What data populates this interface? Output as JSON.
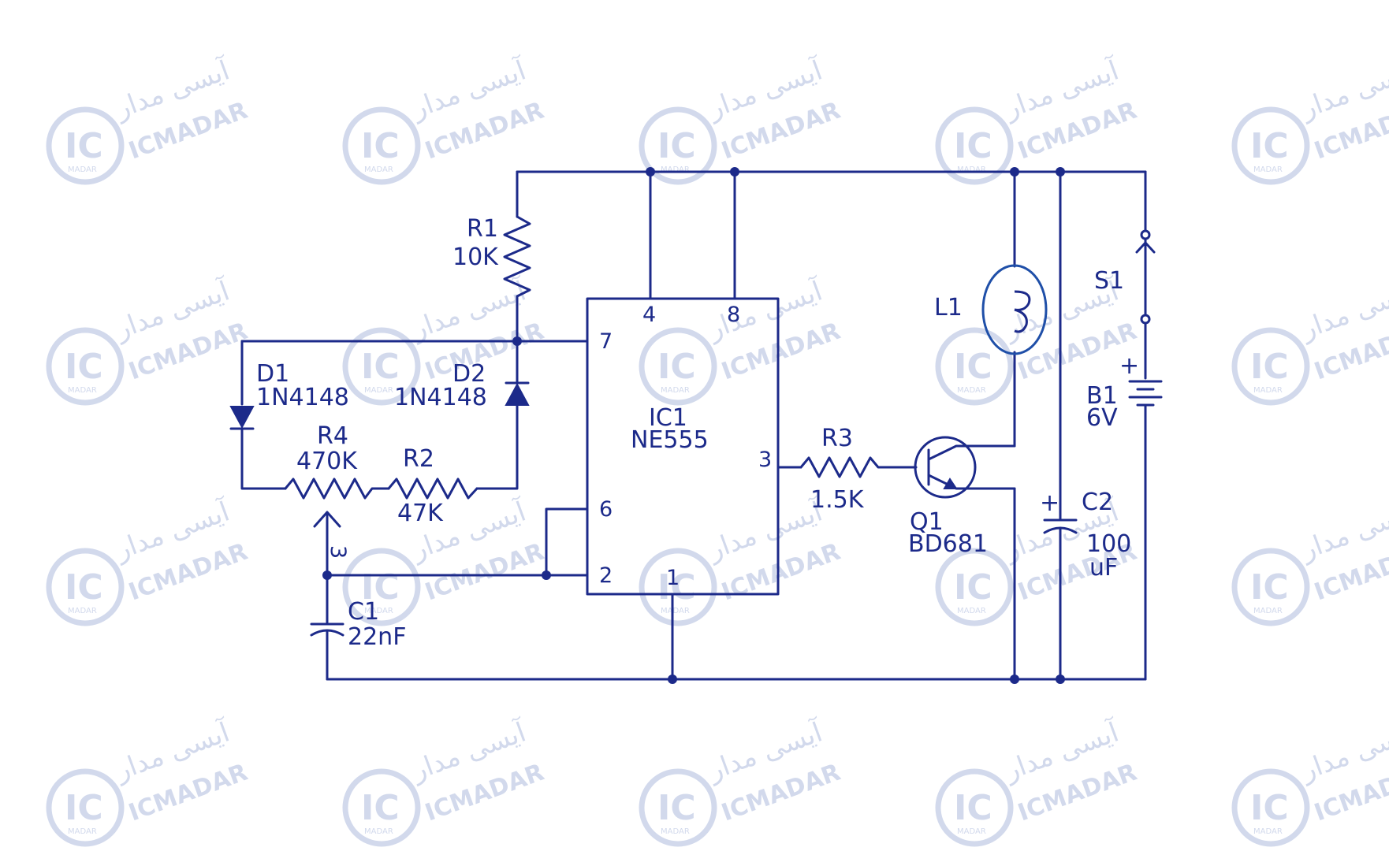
{
  "colors": {
    "wire": "#1c2a8a",
    "lamp": "#1f4fa8",
    "watermark": "#c3cde6",
    "background": "#ffffff"
  },
  "watermark": {
    "persian": "آیسی مدار",
    "latin": "ICMADAR",
    "badge": "IC",
    "badge_sub": "MADAR"
  },
  "components": {
    "r1": {
      "ref": "R1",
      "value": "10K"
    },
    "r2": {
      "ref": "R2",
      "value": "47K"
    },
    "r3": {
      "ref": "R3",
      "value": "1.5K"
    },
    "r4": {
      "ref": "R4",
      "value": "470K",
      "wiper": "3"
    },
    "d1": {
      "ref": "D1",
      "value": "1N4148"
    },
    "d2": {
      "ref": "D2",
      "value": "1N4148"
    },
    "c1": {
      "ref": "C1",
      "value": "22nF"
    },
    "c2": {
      "ref": "C2",
      "value": "100",
      "unit": "uF"
    },
    "ic1": {
      "ref": "IC1",
      "value": "NE555"
    },
    "q1": {
      "ref": "Q1",
      "value": "BD681"
    },
    "l1": {
      "ref": "L1"
    },
    "s1": {
      "ref": "S1"
    },
    "b1": {
      "ref": "B1",
      "value": "6V"
    }
  },
  "ic_pins": {
    "p1": "1",
    "p2": "2",
    "p3": "3",
    "p4": "4",
    "p6": "6",
    "p7": "7",
    "p8": "8"
  },
  "polarity": {
    "plus": "+"
  }
}
